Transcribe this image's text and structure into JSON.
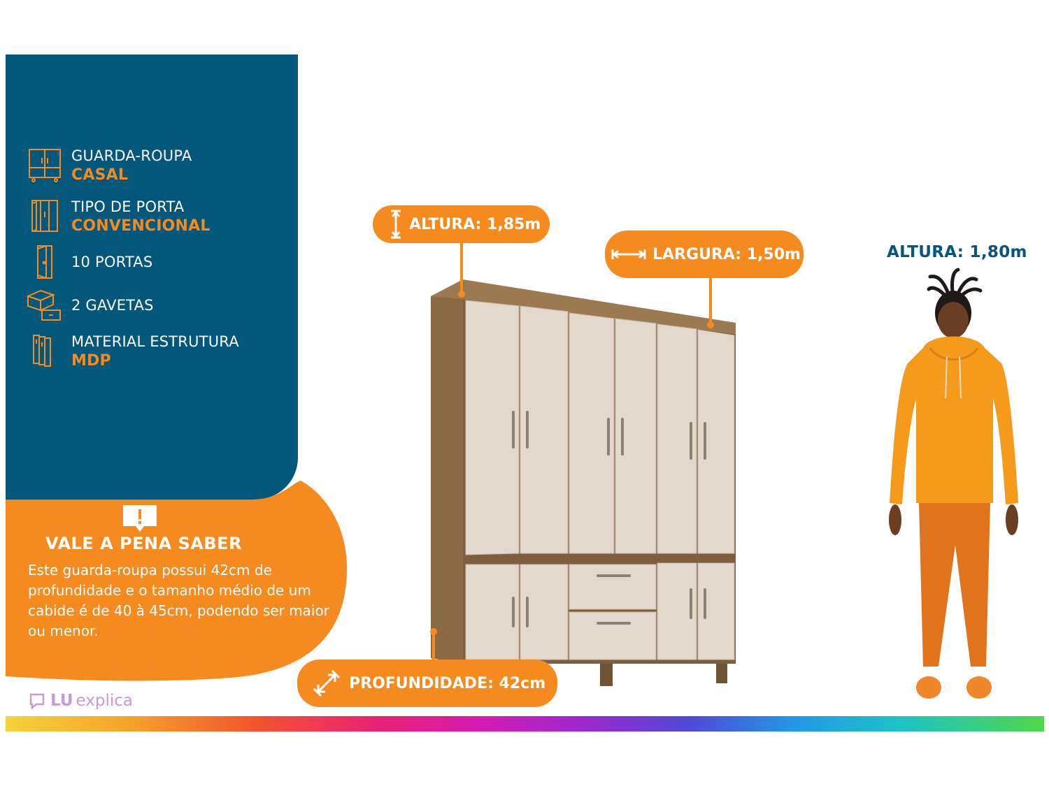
{
  "specs": [
    {
      "line1": "GUARDA-ROUPA",
      "line2": "CASAL",
      "icon": "wardrobe-icon"
    },
    {
      "line1": "TIPO DE PORTA",
      "line2": "CONVENCIONAL",
      "icon": "door-type-icon"
    },
    {
      "line1": "10  PORTAS",
      "line2": "",
      "icon": "door-icon"
    },
    {
      "line1": "2 GAVETAS",
      "line2": "",
      "icon": "drawers-icon"
    },
    {
      "line1": "MATERIAL ESTRUTURA",
      "line2": "MDP",
      "icon": "panels-icon"
    }
  ],
  "info": {
    "title": "VALE A PENA SABER",
    "text": "Este guarda-roupa possui 42cm de profundidade e o tamanho médio de um cabide é de 40 à 45cm, podendo ser maior ou menor."
  },
  "dimensions": {
    "height": "ALTURA: 1,85m",
    "width": "LARGURA: 1,50m",
    "depth": "PROFUNDIDADE: 42cm"
  },
  "person": {
    "height": "ALTURA: 1,80m"
  },
  "brand": {
    "lu": "LU",
    "explica": "explica"
  },
  "colors": {
    "blue": "#03577a",
    "orange": "#f58a1f",
    "wood": "#8a6a45",
    "door": "#e3d8cc"
  }
}
